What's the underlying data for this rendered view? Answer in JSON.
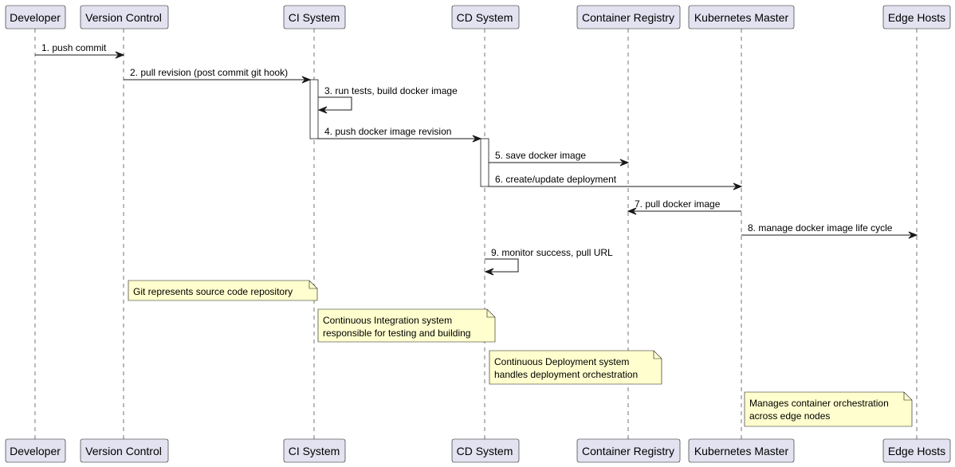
{
  "participants": [
    {
      "id": "dev",
      "label": "Developer"
    },
    {
      "id": "vc",
      "label": "Version Control"
    },
    {
      "id": "ci",
      "label": "CI System"
    },
    {
      "id": "cd",
      "label": "CD System"
    },
    {
      "id": "cr",
      "label": "Container Registry"
    },
    {
      "id": "k8s",
      "label": "Kubernetes Master"
    },
    {
      "id": "edge",
      "label": "Edge Hosts"
    }
  ],
  "messages": [
    {
      "from": "dev",
      "to": "vc",
      "label": "1. push commit"
    },
    {
      "from": "vc",
      "to": "ci",
      "label": "2. pull revision (post commit git hook)"
    },
    {
      "from": "ci",
      "to": "ci",
      "label": "3. run tests, build docker image"
    },
    {
      "from": "ci",
      "to": "cd",
      "label": "4. push docker image revision"
    },
    {
      "from": "cd",
      "to": "cr",
      "label": "5. save docker image"
    },
    {
      "from": "cd",
      "to": "k8s",
      "label": "6. create/update deployment"
    },
    {
      "from": "k8s",
      "to": "cr",
      "label": "7. pull docker image"
    },
    {
      "from": "k8s",
      "to": "edge",
      "label": "8. manage docker image life cycle"
    },
    {
      "from": "cd",
      "to": "cd",
      "label": "9. monitor success, pull URL"
    }
  ],
  "notes": [
    {
      "over": "vc",
      "lines": [
        "Git represents source code repository"
      ]
    },
    {
      "over": "ci",
      "lines": [
        "Continuous Integration system",
        "responsible for testing and building"
      ]
    },
    {
      "over": "cd",
      "lines": [
        "Continuous Deployment system",
        "handles deployment orchestration"
      ]
    },
    {
      "over": "k8s",
      "lines": [
        "Manages container orchestration",
        "across edge nodes"
      ]
    }
  ],
  "colors": {
    "participant_fill": "#e2e2f0",
    "participant_stroke": "#181818",
    "lifeline": "#181818",
    "note_fill": "#fefece",
    "note_stroke": "#181818",
    "arrow": "#181818",
    "text": "#000000"
  }
}
